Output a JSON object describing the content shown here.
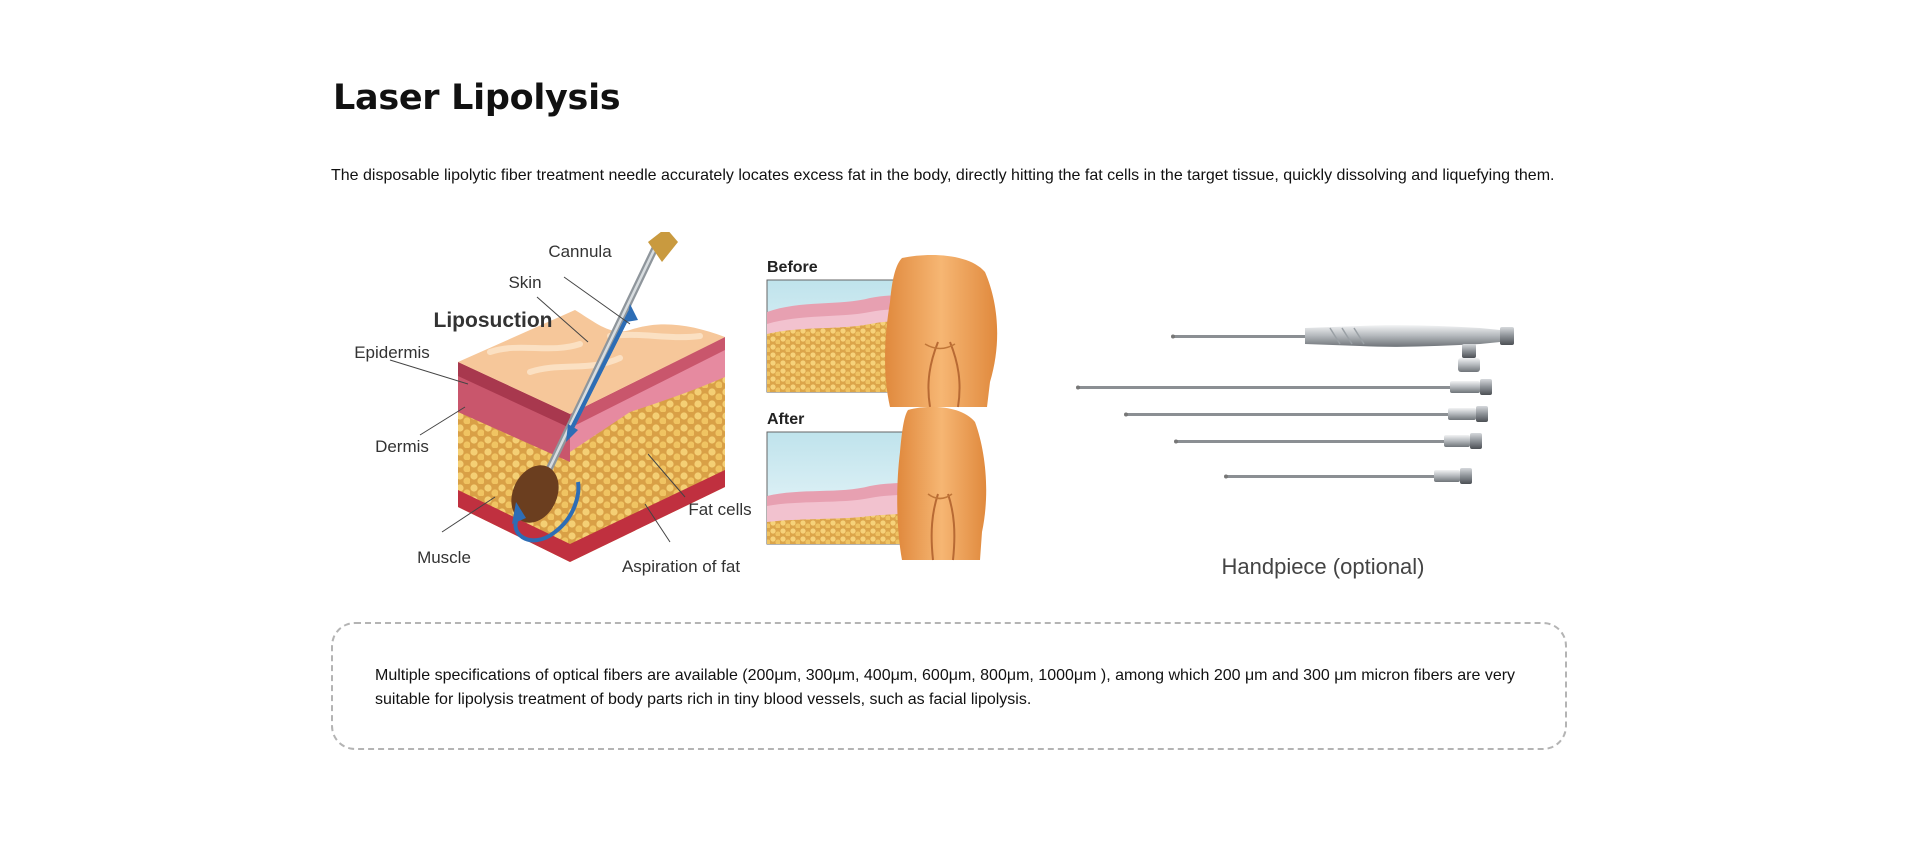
{
  "page": {
    "title": "Laser Lipolysis",
    "intro": "The disposable lipolytic fiber treatment needle accurately locates excess fat in the body, directly hitting the fat cells in the target tissue, quickly dissolving and liquefying them."
  },
  "illustration": {
    "heading": "Liposuction",
    "labels": {
      "cannula": "Cannula",
      "skin": "Skin",
      "epidermis": "Epidermis",
      "dermis": "Dermis",
      "muscle": "Muscle",
      "fat_cells": "Fat cells",
      "aspiration": "Aspiration of fat"
    },
    "before_label": "Before",
    "after_label": "After"
  },
  "handpiece": {
    "caption": "Handpiece (optional)"
  },
  "note": {
    "text": "Multiple specifications of optical fibers are available (200μm, 300μm, 400μm, 600μm, 800μm, 1000μm ), among which 200 μm and 300 μm micron fibers are very suitable for lipolysis treatment of body parts rich in tiny blood vessels, such as facial lipolysis."
  },
  "colors": {
    "fat": "#e9b85a",
    "skin_top": "#f6c79a",
    "dermis": "#c9566c",
    "muscle": "#c0303f",
    "arrow": "#2d6db5"
  }
}
